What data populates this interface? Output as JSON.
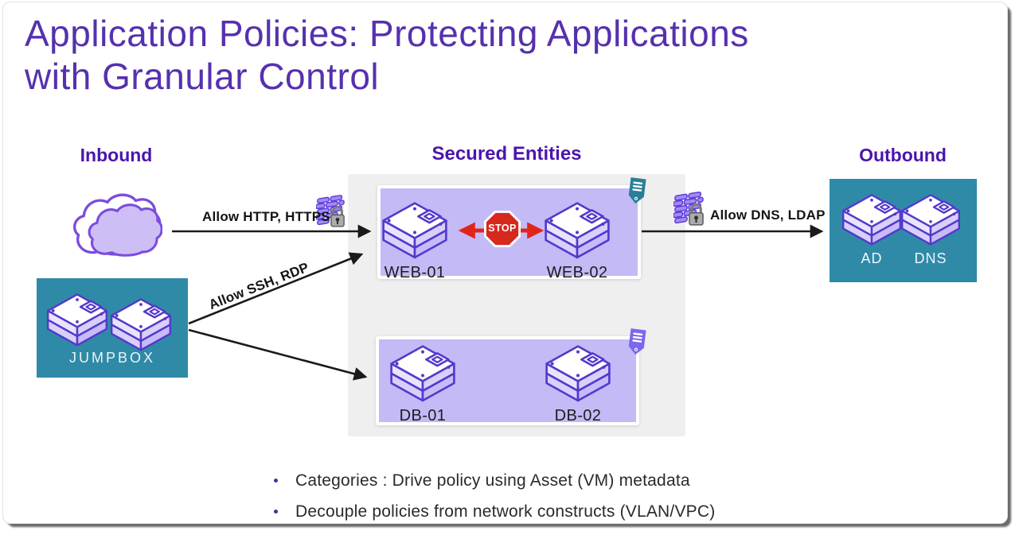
{
  "slide": {
    "title_line1": "Application Policies: Protecting Applications",
    "title_line2": "with Granular Control"
  },
  "sections": {
    "inbound_label": "Inbound",
    "secured_label": "Secured Entities",
    "outbound_label": "Outbound"
  },
  "nodes": {
    "jumpbox_label": "JUMPBOX",
    "web01_label": "WEB-01",
    "web02_label": "WEB-02",
    "db01_label": "DB-01",
    "db02_label": "DB-02",
    "ad_label": "AD",
    "dns_label": "DNS"
  },
  "flows": {
    "inbound_web_label": "Allow HTTP, HTTPS",
    "jumpbox_ssh_label": "Allow SSH, RDP",
    "outbound_label": "Allow DNS, LDAP"
  },
  "stop_sign_label": "STOP",
  "bullets": [
    "Categories : Drive policy using Asset (VM) metadata",
    "Decouple policies from network constructs (VLAN/VPC)"
  ],
  "icons": {
    "cloud": "cloud-icon",
    "server": "server-icon",
    "firewall": "firewall-lock-icon",
    "policy_tag": "policy-tag-icon",
    "stop": "stop-sign-icon"
  },
  "colors": {
    "title_purple": "#5531AE",
    "heading_purple": "#4A15AC",
    "teal_box": "#2F8AA8",
    "lavender_box": "#C3BAF6",
    "container_gray": "#F0EFF0",
    "server_outline": "#5538CC",
    "stop_red": "#D7281D",
    "arrow_black": "#1A1A1A",
    "arrow_red": "#E2251B",
    "policy_tag_teal": "#2A7E96",
    "policy_tag_purple": "#7A68F0"
  }
}
